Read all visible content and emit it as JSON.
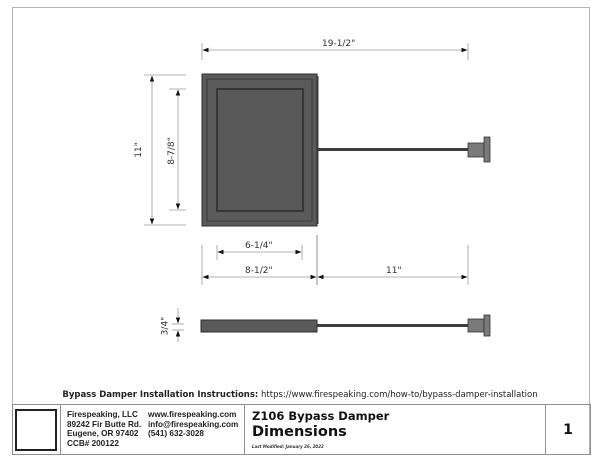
{
  "drawing": {
    "top_view": {
      "overall_width_label": "19-1/2\"",
      "overall_height_label": "11\"",
      "inner_height_label": "8-7/8\"",
      "inner_width_label": "6-1/4\"",
      "plate_width_label": "8-1/2\"",
      "rod_length_label": "11\""
    },
    "side_view": {
      "thickness_label": "3/4\""
    },
    "colors": {
      "plate": "#5a5a5a",
      "plate_border": "#2e2e2e",
      "rod": "#3c3c3c",
      "handle": "#7a7a7a",
      "dimension_line": "#9a9a9a"
    }
  },
  "instructions": {
    "label": "Bypass Damper Installation Instructions:",
    "url": "https://www.firespeaking.com/how-to/bypass-damper-installation"
  },
  "title_block": {
    "company": {
      "name": "Firespeaking, LLC",
      "street": "89242 Fir Butte Rd.",
      "city": "Eugene, OR 97402",
      "ccb": "CCB# 200122"
    },
    "contact": {
      "website": "www.firespeaking.com",
      "email": "info@firespeaking.com",
      "phone": "(541) 632-3028"
    },
    "product": "Z106 Bypass Damper",
    "sheet_title": "Dimensions",
    "last_modified": "Last Modified: January 26, 2022",
    "page_number": "1"
  }
}
